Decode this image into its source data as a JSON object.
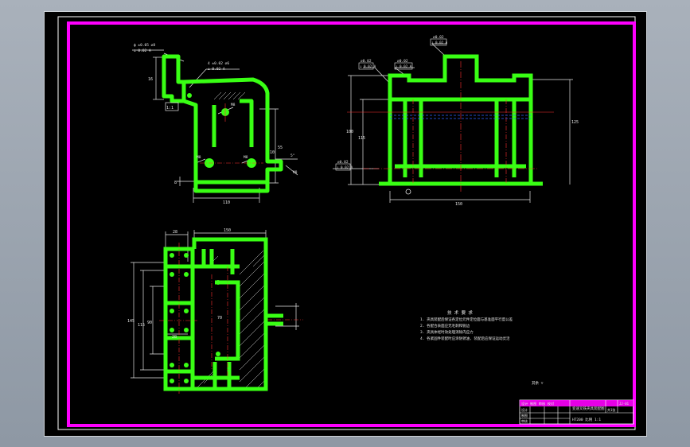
{
  "colors": {
    "background": "#000000",
    "frame": "#ff00ff",
    "border": "#ffffff",
    "part": "#39ff14",
    "dimension": "#e6e6e6",
    "centerline": "#ff3030",
    "hidden": "#3060ff"
  },
  "front_view": {
    "dims": {
      "width": "110",
      "left_height": "16",
      "right_height": "55",
      "bottom": "8",
      "right_small": "10",
      "angle": "5°",
      "right_label": "M8"
    },
    "notes": {
      "note1_line1": "ф  ±0.05  ∅8",
      "note1_line2": "⊥  0.02 A",
      "note2_line1": "4  ±0.02  ∅6",
      "note2_line2": "⊥  0.02 A",
      "hole1": "M8",
      "hole2": "M8",
      "hole3": "M8"
    },
    "small_box": "1:1"
  },
  "side_view": {
    "dims": {
      "width": "150",
      "height_left1": "100",
      "height_left2": "115",
      "height_right": "125"
    },
    "notes": {
      "top_ref_line1": "∅0.02",
      "top_ref_line2": "⊥ 0.02 A",
      "mid_ref_line1": "∅0.02",
      "mid_ref_line2": "⊥ 0.02 A",
      "left_ref_line1": "∅0.02",
      "left_ref_line2": "⊥ 0.02 A",
      "bottom_ref_line1": "∅0.02",
      "bottom_ref_line2": "⊥ 0.02 A"
    }
  },
  "top_view": {
    "dims": {
      "top_a": "28",
      "top_b": "150",
      "left_outer": "145",
      "left_inner1": "115",
      "left_inner2": "90",
      "small": "28",
      "center": "70"
    }
  },
  "tech_notes": {
    "title": "技 术 要 求",
    "lines": [
      "1. 夹具装配后保证各定位元件定位面与基准面平行度公差",
      "2. 各配合表面应无毛刺和锐边",
      "3. 夹具体经时效处理消除内应力",
      "4. 各紧固件装配时应涂防锈油, 装配后应保证运动灵活"
    ]
  },
  "surface_note": "其余 ▽",
  "title_block": {
    "left_header": "设计  制图  审核  校对",
    "part_name_line1": "变速叉铣夹具装配图",
    "part_name_line2": "HT200  比例 1:1",
    "code": "JJ-01",
    "sheet": "共1张",
    "row_labels": [
      "设计",
      "制图",
      "审核"
    ]
  }
}
